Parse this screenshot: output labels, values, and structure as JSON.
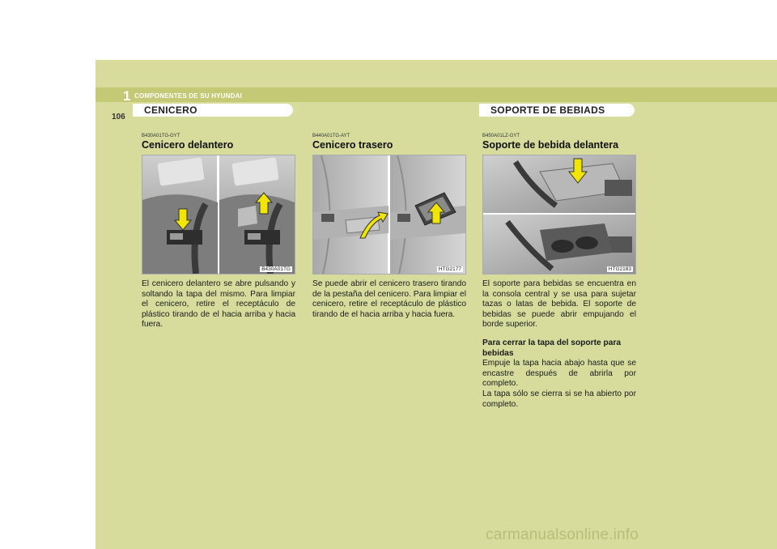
{
  "header": {
    "chapter_number": "1",
    "chapter_title": "COMPONENTES DE SU HYUNDAI",
    "page_number": "106"
  },
  "sections": {
    "left_title": "CENICERO",
    "right_title": "SOPORTE DE BEBIADS"
  },
  "columns": [
    {
      "code": "B430A01TG-GYT",
      "heading": "Cenicero delantero",
      "figure_label": "B430A01TG",
      "paragraphs": [
        "El cenicero delantero se abre pulsando y soltando la tapa del mismo. Para limpiar el cenicero, retire el receptáculo de plástico tirando de el hacia arriba y hacia fuera."
      ]
    },
    {
      "code": "B440A01TG-AYT",
      "heading": "Cenicero trasero",
      "figure_label": "HTG2177",
      "paragraphs": [
        "Se puede abrir el cenicero trasero tirando de la pestaña del cenicero. Para limpiar el cenicero, retire el receptáculo de plástico tirando de el hacia arriba y hacia fuera."
      ]
    },
    {
      "code": "B450A01LZ-GYT",
      "heading": "Soporte de bebida delantera",
      "figure_label": "HTG2183",
      "paragraphs": [
        "El soporte para bebidas se encuentra en la consola central y se usa para sujetar tazas o latas de bebida. El soporte de bebidas se puede abrir empujando el borde superior."
      ],
      "subheading": "Para cerrar la tapa del soporte para bebidas",
      "sub_paragraphs": [
        "Empuje la tapa hacia abajo hasta que se encastre después de abrirla por completo.",
        "La tapa sólo se cierra si se ha abierto por completo."
      ]
    }
  ],
  "watermark": "carmanualsonline.info",
  "colors": {
    "background_olive": "#d7dc9d",
    "header_bar": "#c3c975",
    "arrow_yellow": "#f2e600"
  }
}
